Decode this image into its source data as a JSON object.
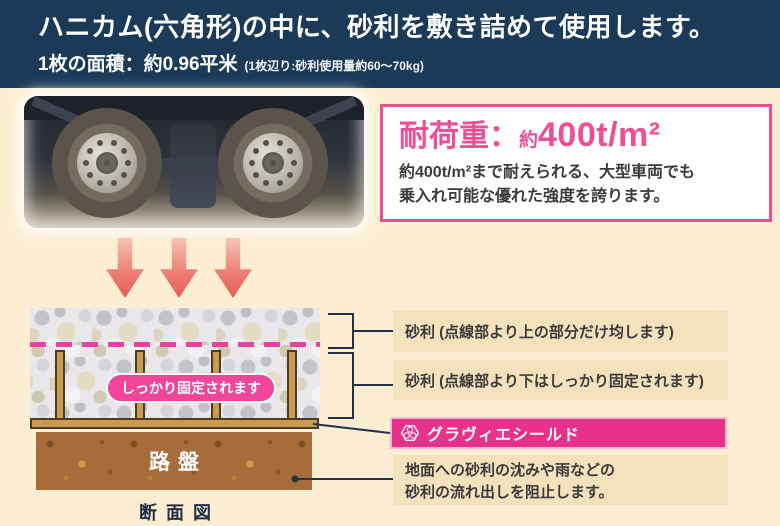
{
  "header": {
    "title": "ハニカム(六角形)の中に、砂利を敷き詰めて使用します。",
    "area_label": "1枚の面積：約0.96平米",
    "area_note": "(1枚辺り:砂利使用量約60〜70kg)"
  },
  "load_box": {
    "heading_prefix": "耐荷重：",
    "heading_approx": "約",
    "heading_value": "400t/m²",
    "desc_line1": "約400t/m²まで耐えられる、大型車両でも",
    "desc_line2": "乗入れ可能な優れた強度を誇ります。"
  },
  "diagram": {
    "fixed_badge": "しっかり固定されます",
    "roadbed_label": "路盤",
    "caption": "断面図",
    "labels": {
      "gravel_top": "砂利 (点線部より上の部分だけ均します)",
      "gravel_bottom": "砂利 (点線部より下はしっかり固定されます)",
      "product_name": "グラヴィエシールド",
      "protect_line1": "地面への砂利の沈みや雨などの",
      "protect_line2": "砂利の流れ出しを阻止します。"
    }
  },
  "icons": {
    "product_icon": "honeycomb-icon"
  },
  "colors": {
    "header_bg": "#1b3a58",
    "page_bg": "#fdeed3",
    "accent_pink": "#ee4e96",
    "banner_pink": "#e8318a",
    "badge_pink": "#f0459b",
    "dash_pink": "#f23e9c",
    "navy_line": "#22344c",
    "strip_bg": "#f5e2bd",
    "roadbed_brown": "#a86b3a",
    "honeycomb_tan": "#c99a50",
    "arrow_red": "#e45f57"
  }
}
